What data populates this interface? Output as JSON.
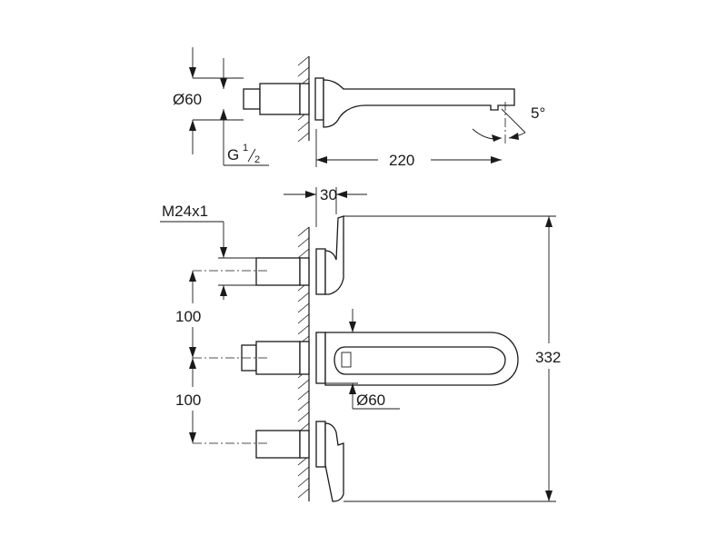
{
  "top_view": {
    "dim_diameter": "Ø60",
    "dim_thread_letter": "G",
    "dim_thread_num": "1",
    "dim_thread_den": "2",
    "dim_length": "220",
    "dim_angle": "5°"
  },
  "front_view": {
    "dim_wall_depth": "30",
    "dim_thread": "M24x1",
    "dim_spacing_upper": "100",
    "dim_spacing_lower": "100",
    "dim_height": "332",
    "dim_diameter": "Ø60"
  }
}
